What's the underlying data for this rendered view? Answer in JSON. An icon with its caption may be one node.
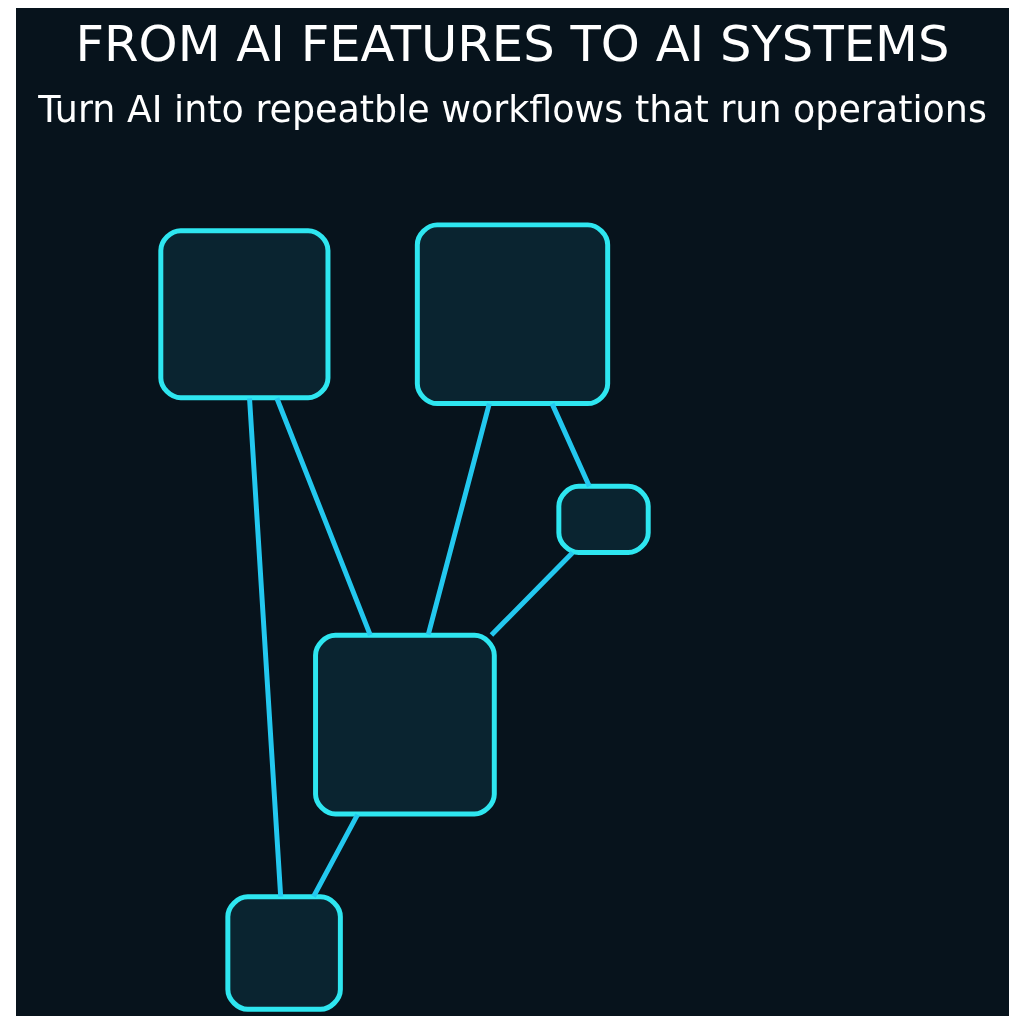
{
  "diagram": {
    "title": "FROM AI FEATURES TO AI SYSTEMS",
    "nodes": [
      {
        "text": [],
        "shape": "box"
      },
      {
        "text": [],
        "shape": "box"
      },
      {
        "text": [],
        "shape": "box"
      },
      {
        "text": [],
        "shape": "box"
      },
      {
        "text": [],
        "shape": "box"
      }
    ],
    "edges": [
      {
        "from": 0,
        "to": 2,
        "arrow": "none"
      },
      {
        "from": 0,
        "to": 4,
        "arrow": "none"
      },
      {
        "from": 4,
        "to": 2,
        "arrow": "none"
      },
      {
        "from": 2,
        "to": 1,
        "arrow": "none"
      },
      {
        "from": 2,
        "to": 3,
        "arrow": "none"
      },
      {
        "from": 1,
        "to": 3,
        "arrow": "none"
      }
    ],
    "labels": [
      "Turn AI into repeatble workflows that run operations"
    ]
  }
}
